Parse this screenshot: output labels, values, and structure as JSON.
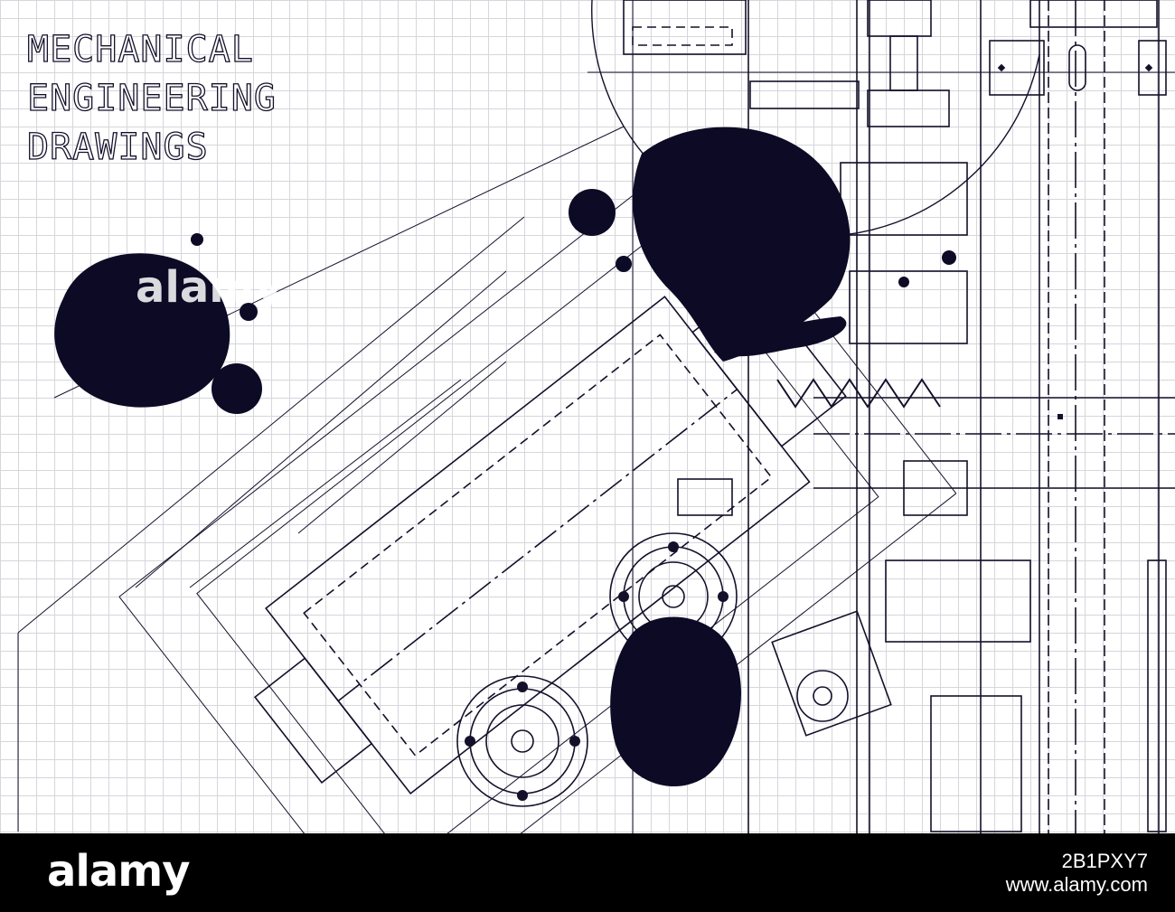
{
  "title": {
    "lines": [
      "MECHANICAL",
      "ENGINEERING",
      "DRAWINGS"
    ]
  },
  "watermark": "alamy",
  "footer": {
    "logo": "alamy",
    "image_id": "2B1PXY7",
    "url": "www.alamy.com"
  },
  "colors": {
    "ink": "#14102a",
    "grid": "#d6d6dc",
    "paper": "#ffffff",
    "footer_bg": "#000000"
  }
}
